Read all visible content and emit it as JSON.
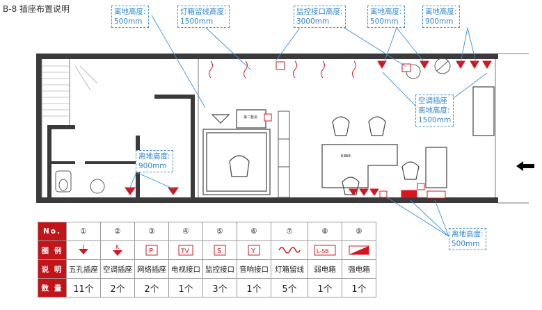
{
  "page": {
    "label": "B-8  插座布置说明"
  },
  "callouts": {
    "c1": "离地高度:\n500mm",
    "c2": "灯箱留线高度:\n1500mm",
    "c3": "监控接口高度:\n3000mm",
    "c4": "离地高度:\n500mm",
    "c5": "离地高度:\n900mm",
    "c6": "空调插座\n离地高度:\n1500mm",
    "c7": "离地高度:\n900mm",
    "c8": "离地高度:\n500mm"
  },
  "plan_signs": {
    "counter_sign": "ⅢⅢⅢⅢ",
    "screen_sign": "第二套桌"
  },
  "legend": {
    "row_no_label": "No.",
    "row_icon_label": "图 例",
    "row_desc_label": "说 明",
    "row_qty_label": "数 量",
    "numbers": [
      "①",
      "②",
      "③",
      "④",
      "⑤",
      "⑥",
      "⑦",
      "⑧",
      "⑨"
    ],
    "symbol_text": {
      "k": "K",
      "p": "P",
      "tv": "TV",
      "s": "S",
      "y": "Y",
      "lsb": "L-SB"
    },
    "descriptions": [
      "五孔插座",
      "空调插座",
      "网络插座",
      "电视接口",
      "监控接口",
      "音响接口",
      "灯箱留线",
      "弱电箱",
      "强电箱"
    ],
    "quantities": [
      "11个",
      "2个",
      "2个",
      "1个",
      "3个",
      "1个",
      "5个",
      "1个",
      "1个"
    ]
  },
  "colors": {
    "symbol_red": "#d8141e",
    "callout_blue": "#2f86d0",
    "wall": "#3a3a3a"
  },
  "icons": [
    "entrance-arrow-icon"
  ]
}
